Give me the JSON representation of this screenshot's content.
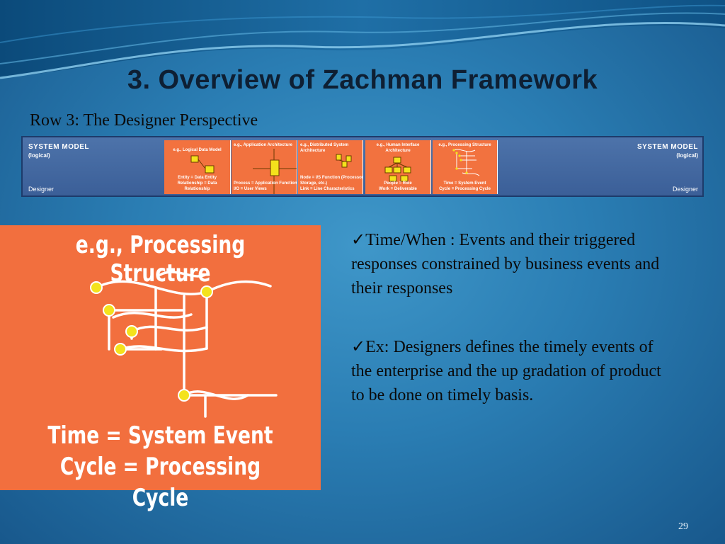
{
  "slide": {
    "title": "3. Overview of Zachman Framework",
    "subtitle": "Row 3: The Designer Perspective",
    "page_number": "29"
  },
  "strip": {
    "left_label": "SYSTEM MODEL",
    "left_sub": "(logical)",
    "left_role": "Designer",
    "right_label": "SYSTEM MODEL",
    "right_sub": "(logical)",
    "right_role": "Designer",
    "cells": [
      {
        "head": "e.g., Logical Data Model",
        "foot": "Entity = Data Entity\nRelationship = Data Relationship"
      },
      {
        "head": "e.g., Application Architecture",
        "foot": "Process = Application Function\nI/O = User Views"
      },
      {
        "head": "e.g., Distributed System Architecture",
        "foot": "Node = I/S Function (Processor, Storage, etc.)\nLink = Line Characteristics"
      },
      {
        "head": "e.g., Human Interface Architecture",
        "foot": "People = Role\nWork = Deliverable"
      },
      {
        "head": "e.g., Processing Structure",
        "foot": "Time = System Event\nCycle = Processing Cycle"
      }
    ]
  },
  "feature": {
    "heading": "e.g., Processing Structure",
    "line1": "Time = System Event",
    "line2": "Cycle = Processing Cycle"
  },
  "bullets": [
    {
      "mark": "✓",
      "text": "Time/When : Events and their triggered responses  constrained by business events and their responses"
    },
    {
      "mark": "✓",
      "text": "Ex: Designers defines the timely events of the enterprise and the up gradation of product to be done on timely basis."
    }
  ],
  "colors": {
    "background": "#2a7db3",
    "orange": "#f26f3e",
    "strip": "#4a70a8",
    "node_yellow": "#f4e21c"
  }
}
